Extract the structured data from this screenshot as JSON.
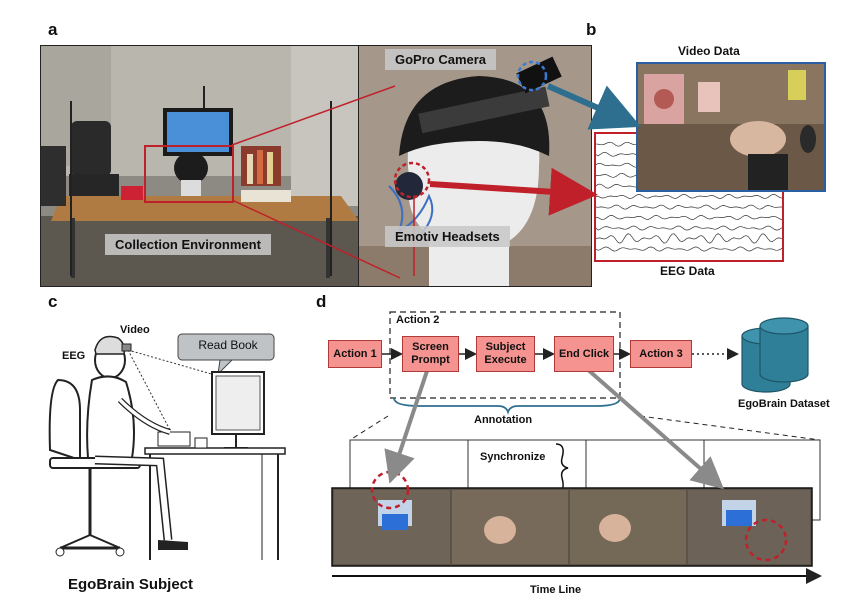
{
  "panels": {
    "a": "a",
    "b": "b",
    "c": "c",
    "d": "d"
  },
  "panel_a": {
    "gopro_label": "GoPro Camera",
    "emotiv_label": "Emotiv Headsets",
    "environment_label": "Collection Environment"
  },
  "panel_b": {
    "video_title": "Video Data",
    "eeg_title": "EEG Data"
  },
  "panel_c": {
    "video_label": "Video",
    "eeg_label": "EEG",
    "speech_bubble": "Read Book",
    "caption": "EgoBrain Subject"
  },
  "panel_d": {
    "action2_label": "Action 2",
    "boxes": [
      "Action 1",
      "Screen Prompt",
      "Subject Execute",
      "End Click",
      "Action 3"
    ],
    "annotation_label": "Annotation",
    "dataset_label": "EgoBrain Dataset",
    "synchronize_label": "Synchronize",
    "timeline_label": "Time Line"
  },
  "colors": {
    "accent_red": "#c0202a",
    "flow_fill": "#f4938f",
    "arrow_blue": "#2e6e8e",
    "cylinder": "#2f7f99"
  }
}
